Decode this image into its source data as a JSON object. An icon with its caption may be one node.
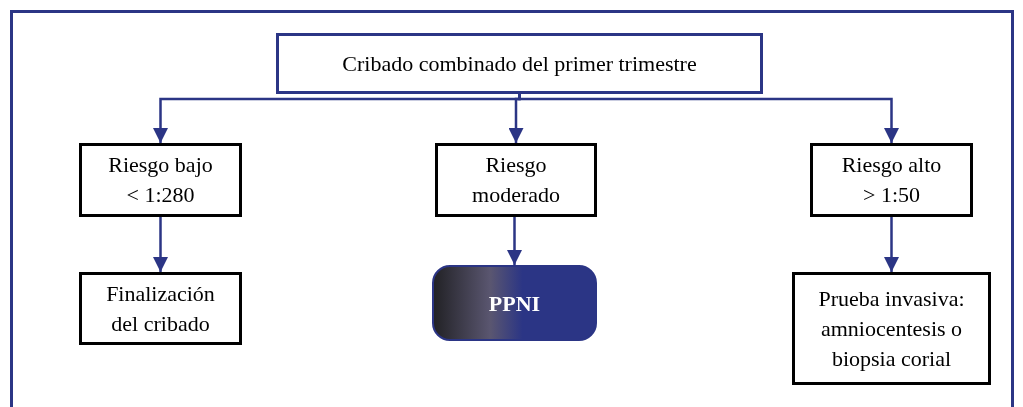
{
  "diagram": {
    "nodes": [
      {
        "text": [
          "Cribado combinado del primer trimestre"
        ]
      },
      {
        "text": [
          "Riesgo bajo",
          "< 1:280"
        ]
      },
      {
        "text": [
          "Riesgo moderado"
        ]
      },
      {
        "text": [
          "Riesgo alto",
          "> 1:50"
        ]
      },
      {
        "text": [
          "Finalización del cribado"
        ]
      },
      {
        "text": [
          "PPNI"
        ]
      },
      {
        "text": [
          "Prueba invasiva: amniocentesis o biopsia corial"
        ]
      }
    ],
    "edges": [
      {
        "from": 0,
        "to": 1,
        "arrow": "to"
      },
      {
        "from": 0,
        "to": 2,
        "arrow": "to"
      },
      {
        "from": 0,
        "to": 3,
        "arrow": "to"
      },
      {
        "from": 1,
        "to": 4,
        "arrow": "to"
      },
      {
        "from": 2,
        "to": 5,
        "arrow": "to"
      },
      {
        "from": 3,
        "to": 6,
        "arrow": "to"
      }
    ]
  }
}
